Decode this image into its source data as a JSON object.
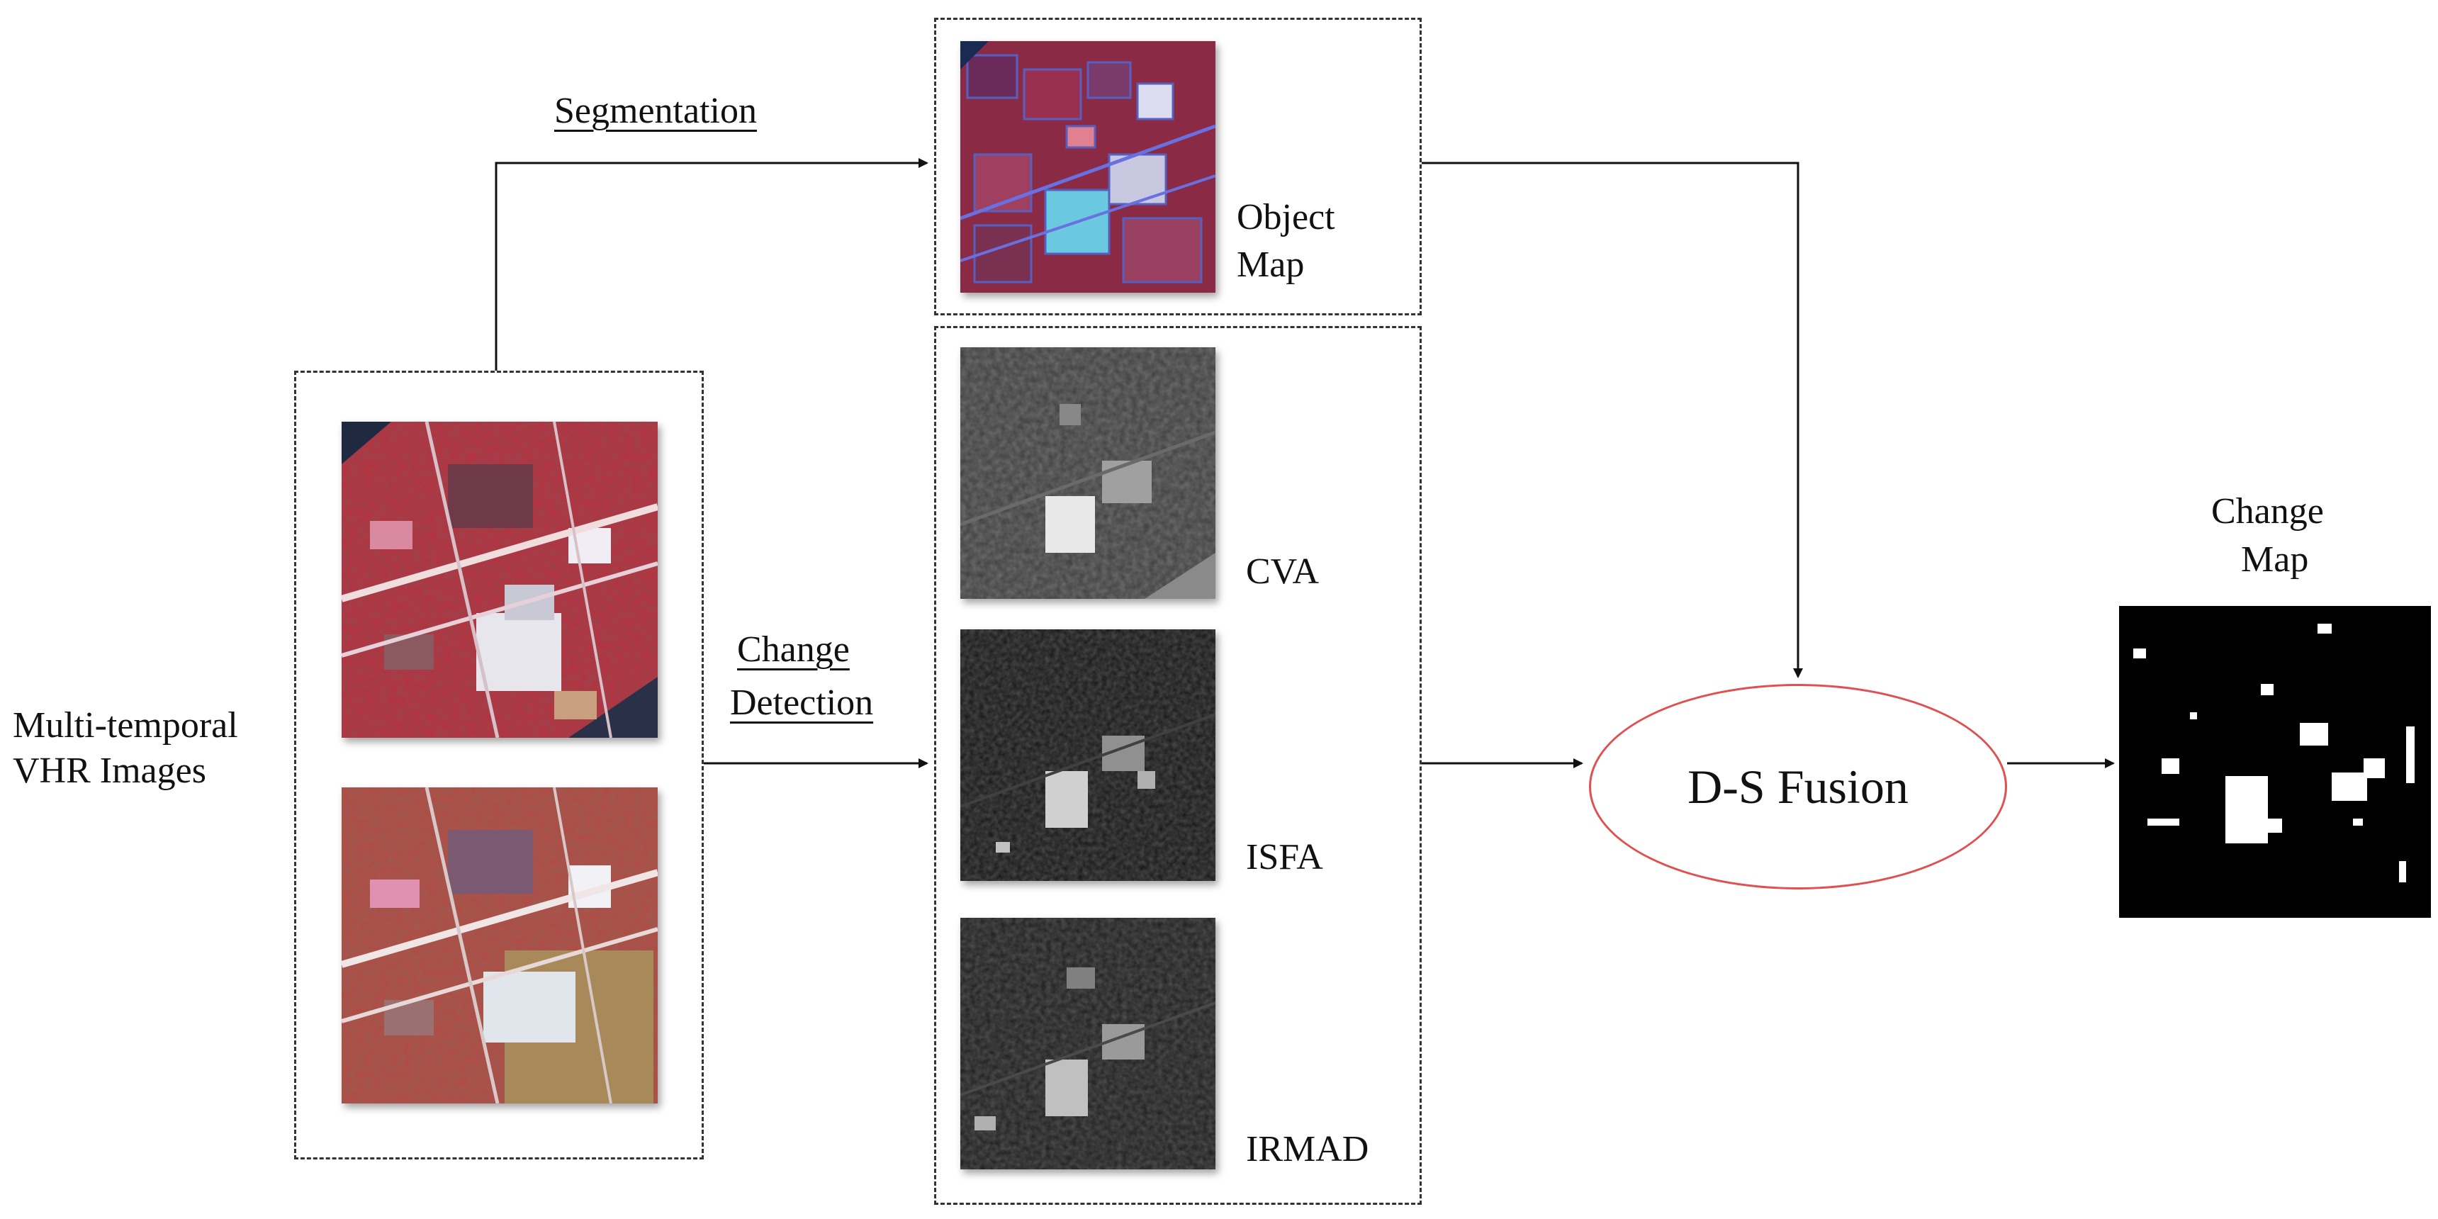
{
  "inputs": {
    "label_line1": "Multi-temporal",
    "label_line2": "VHR Images"
  },
  "segmentation": {
    "edge_label": "Segmentation",
    "output_line1": "Object",
    "output_line2": "Map"
  },
  "change_detection": {
    "edge_label_line1": "Change",
    "edge_label_line2": "Detection",
    "methods": [
      "CVA",
      "ISFA",
      "IRMAD"
    ]
  },
  "fusion": {
    "label": "D-S Fusion"
  },
  "output": {
    "label_line1": "Change",
    "label_line2": "Map"
  },
  "colors": {
    "border": "#333333",
    "arrow": "#111111",
    "fusion_border": "#e05050"
  }
}
